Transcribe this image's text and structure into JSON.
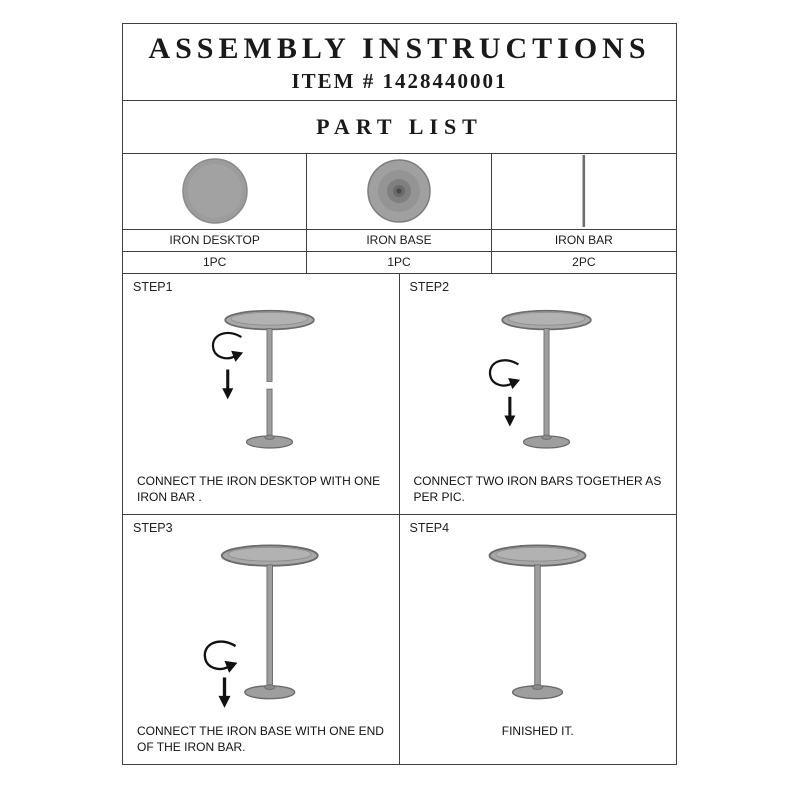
{
  "header": {
    "title": "ASSEMBLY INSTRUCTIONS",
    "item_line": "ITEM # 1428440001"
  },
  "part_list": {
    "heading": "PART LIST",
    "parts": [
      {
        "name": "IRON DESKTOP",
        "qty": "1PC",
        "icon": "iron-desktop-image"
      },
      {
        "name": "IRON BASE",
        "qty": "1PC",
        "icon": "iron-base-image"
      },
      {
        "name": "IRON BAR",
        "qty": "2PC",
        "icon": "iron-bar-image"
      }
    ]
  },
  "steps": [
    {
      "label": "STEP1",
      "caption": "CONNECT THE IRON DESKTOP WITH ONE IRON BAR ."
    },
    {
      "label": "STEP2",
      "caption": "CONNECT TWO IRON BARS TOGETHER AS PER PIC."
    },
    {
      "label": "STEP3",
      "caption": "CONNECT THE IRON BASE WITH ONE END OF THE IRON BAR."
    },
    {
      "label": "STEP4",
      "caption": "FINISHED IT."
    }
  ],
  "colors": {
    "metal_fill": "#9e9e9e",
    "metal_edge": "#6b6b6b",
    "line": "#3f3f3f"
  }
}
